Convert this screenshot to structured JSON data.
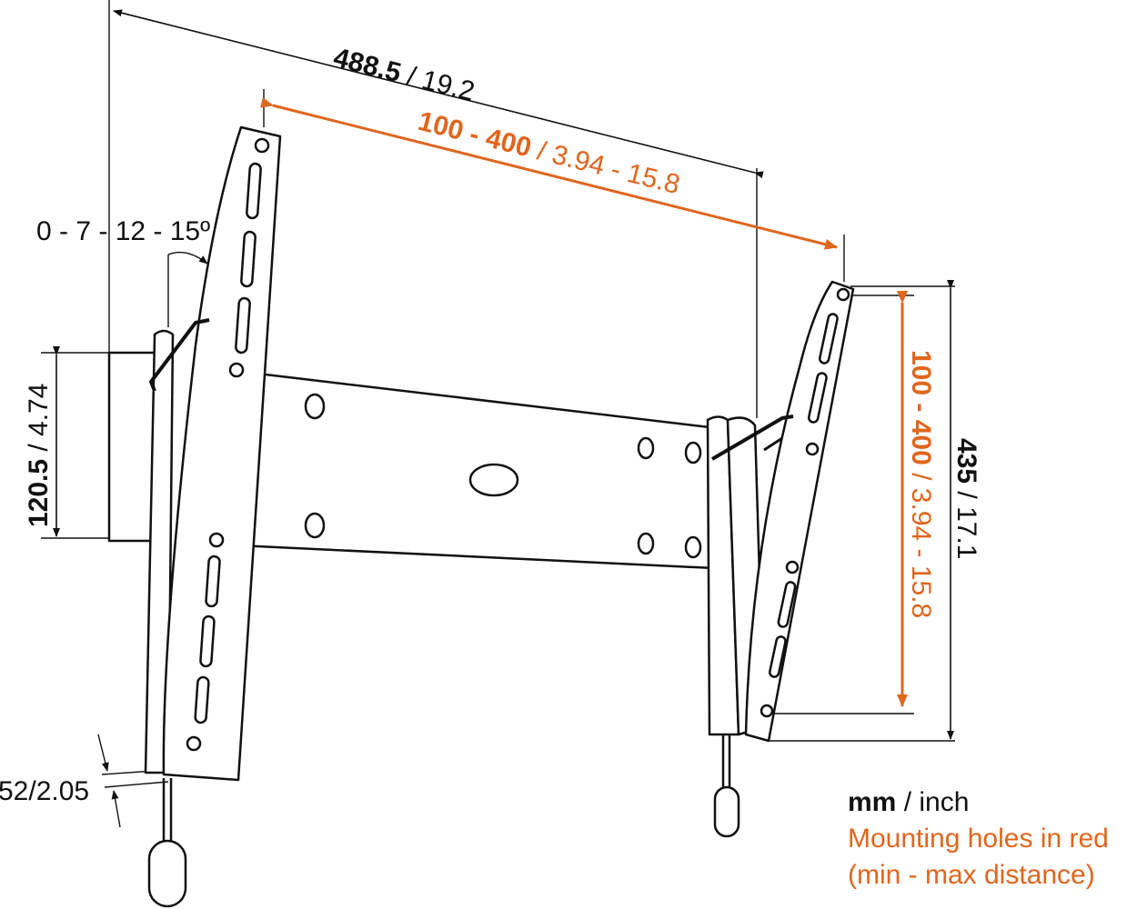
{
  "dimensions": {
    "overall_width": {
      "mm": "488.5",
      "inch": "/ 19.2"
    },
    "hole_width": {
      "mm": "100 - 400",
      "inch": "/ 3.94 - 15.8"
    },
    "tilt": "0 - 7 - 12 - 15º",
    "wall_plate_height": {
      "mm": "120.5",
      "inch": "/ 4.74"
    },
    "overall_height": {
      "mm": "435",
      "inch": "/ 17.1"
    },
    "hole_height": {
      "mm": "100 - 400",
      "inch": "/ 3.94 - 15.8"
    },
    "depth": "52/2.05"
  },
  "legend": {
    "units_bold": "mm",
    "units_rest": " / inch",
    "line2": "Mounting holes in red",
    "line3": "(min - max distance)"
  },
  "colors": {
    "accent": "#e0661e",
    "line": "#111111"
  }
}
